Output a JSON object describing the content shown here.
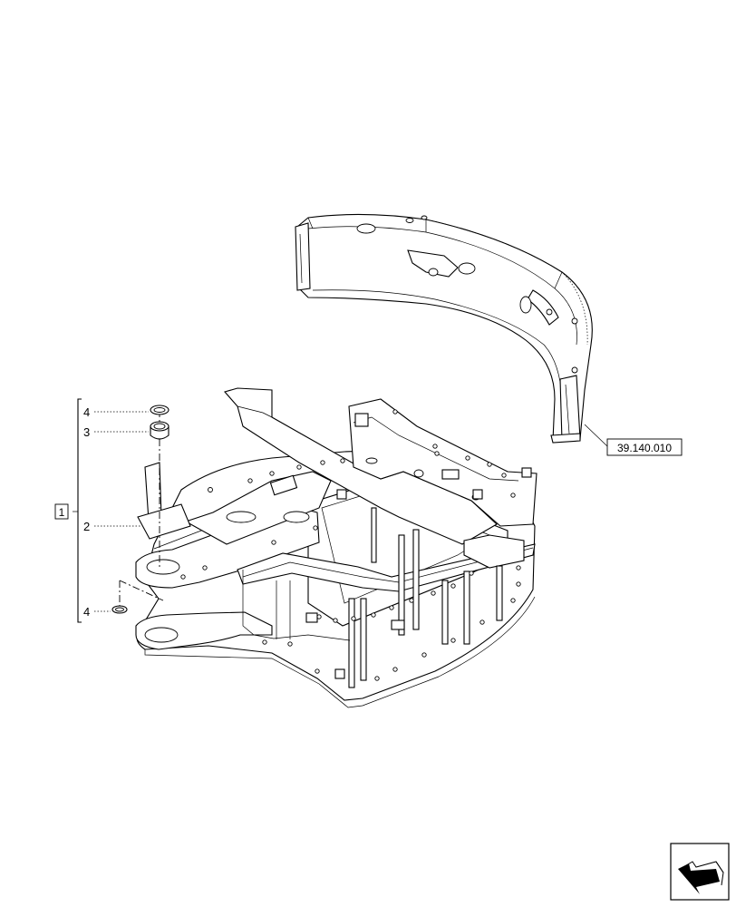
{
  "callouts": {
    "group": "1",
    "item_2": "2",
    "item_3": "3",
    "item_4_top": "4",
    "item_4_bottom": "4",
    "reference": "39.140.010"
  },
  "icons": {
    "nav": "next-page-arrow-icon"
  }
}
